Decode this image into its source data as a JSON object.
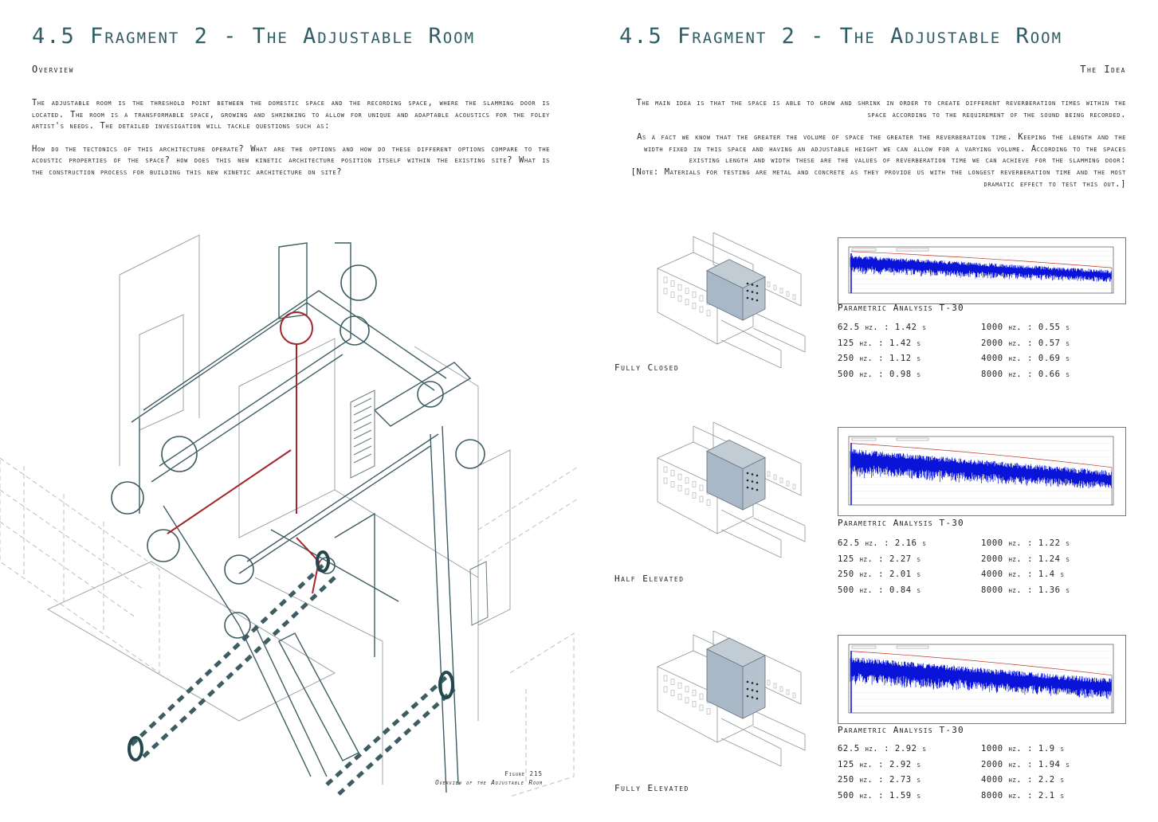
{
  "left_page": {
    "title": "4.5 Fragment 2 - The Adjustable Room",
    "section": "Overview",
    "paragraph1": "The adjustable room is the threshold point between the domestic space and the recording space, where the slamming door is located. The room is a transformable space, growing and shrinking to allow for unique and adaptable acoustics for the foley artist's needs. The detailed invesigation will tackle questions such as:",
    "paragraph2": "How do the tectonics of this architecture operate? What are the options and how do these different options compare to the acoustic properties of the space? how does this new kinetic architecture position itself within the existing site? What is the construction process for building this new kinetic architecture on site?",
    "figure_number": "Figure 215",
    "figure_title": "Overview of the Adjustable Room"
  },
  "right_page": {
    "title": "4.5 Fragment 2 - The Adjustable Room",
    "section": "The Idea",
    "paragraph1": "The main idea is that the space is able to grow and shrink in order to create different reverberation times within the space according to the requirement of the sound being recorded.",
    "paragraph2": "As a fact we know that the greater the volume of space the greater the reverberation time. Keeping the length and the width fixed in this space and having an adjustable height we can allow for a varying volume. According to the spaces existing  length and width these are the values of reverberation time we can achieve for the slamming door:",
    "paragraph3": "[Note: Materials for testing are metal and concrete as they provide us with the longest reverberation time and the most dramatic effect to test this out.]"
  },
  "studies": [
    {
      "state": "Fully Closed",
      "analysis_title": "Parametric Analysis T-30",
      "box_fraction": 0.45,
      "chart_title": "Logarithmic Energy Time Curve",
      "values": [
        {
          "freq": "62.5 hz.",
          "rt": "1.42 s"
        },
        {
          "freq": "125 hz.",
          "rt": "1.42 s"
        },
        {
          "freq": "250 hz.",
          "rt": "1.12 s"
        },
        {
          "freq": "500 hz.",
          "rt": "0.98 s"
        },
        {
          "freq": "1000 hz.",
          "rt": "0.55 s"
        },
        {
          "freq": "2000 hz.",
          "rt": "0.57 s"
        },
        {
          "freq": "4000 hz.",
          "rt": "0.69 s"
        },
        {
          "freq": "8000 hz.",
          "rt": "0.66 s"
        }
      ]
    },
    {
      "state": "Half Elevated",
      "analysis_title": "Parametric Analysis T-30",
      "box_fraction": 0.7,
      "chart_title": "Logarithmic Energy Time Curve",
      "values": [
        {
          "freq": "62.5 hz.",
          "rt": "2.16 s"
        },
        {
          "freq": "125 hz.",
          "rt": "2.27 s"
        },
        {
          "freq": "250 hz.",
          "rt": "2.01 s"
        },
        {
          "freq": "500 hz.",
          "rt": "0.84 s"
        },
        {
          "freq": "1000 hz.",
          "rt": "1.22 s"
        },
        {
          "freq": "2000 hz.",
          "rt": "1.24 s"
        },
        {
          "freq": "4000 hz.",
          "rt": "1.4 s"
        },
        {
          "freq": "8000 hz.",
          "rt": "1.36 s"
        }
      ]
    },
    {
      "state": "Fully Elevated",
      "analysis_title": "Parametric Analysis T-30",
      "box_fraction": 1.0,
      "chart_title": "Logarithmic Energy Time Curve",
      "values": [
        {
          "freq": "62.5 hz.",
          "rt": "2.92 s"
        },
        {
          "freq": "125 hz.",
          "rt": "2.92 s"
        },
        {
          "freq": "250 hz.",
          "rt": "2.73 s"
        },
        {
          "freq": "500 hz.",
          "rt": "1.59 s"
        },
        {
          "freq": "1000 hz.",
          "rt": "1.9 s"
        },
        {
          "freq": "2000 hz.",
          "rt": "1.94 s"
        },
        {
          "freq": "4000 hz.",
          "rt": "2.2 s"
        },
        {
          "freq": "8000 hz.",
          "rt": "2.1 s"
        }
      ]
    }
  ],
  "colors": {
    "title": "#2f5d66",
    "accent_red": "#a3262a",
    "drawing_teal": "#3d5d63",
    "chart_blue": "#0a14d8",
    "chart_curve": "#c0392b",
    "volume_box": "#a8b8c6"
  }
}
